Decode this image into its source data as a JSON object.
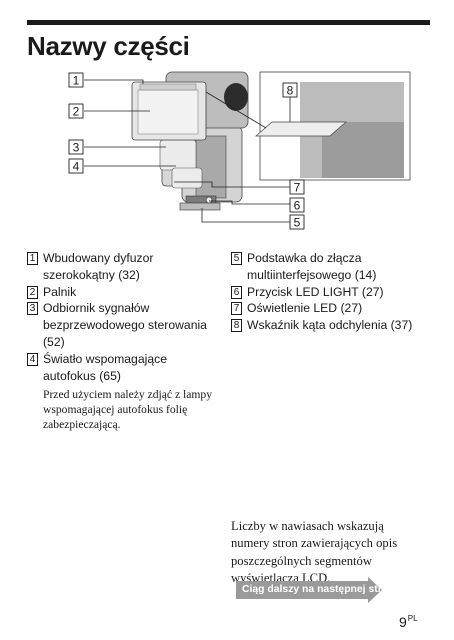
{
  "page": {
    "title": "Nazwy części",
    "number": "9",
    "lang": "PL"
  },
  "diagram": {
    "callouts": [
      "1",
      "2",
      "3",
      "4",
      "7",
      "6",
      "5",
      "8"
    ]
  },
  "parts_left": [
    {
      "num": "1",
      "text": "Wbudowany dyfuzor szerokokątny (32)"
    },
    {
      "num": "2",
      "text": "Palnik"
    },
    {
      "num": "3",
      "text": "Odbiornik sygnałów bezprzewodowego sterowania (52)"
    },
    {
      "num": "4",
      "text": "Światło wspomagające autofokus (65)"
    }
  ],
  "note": "Przed użyciem należy zdjąć z lampy wspomagającej autofokus folię zabezpieczającą.",
  "parts_right": [
    {
      "num": "5",
      "text": "Podstawka do złącza multiinterfejsowego (14)"
    },
    {
      "num": "6",
      "text": "Przycisk LED LIGHT (27)"
    },
    {
      "num": "7",
      "text": "Oświetlenie LED (27)"
    },
    {
      "num": "8",
      "text": "Wskaźnik kąta odchylenia (37)"
    }
  ],
  "bottom_note": "Liczby w nawiasach wskazują numery stron zawierających opis poszczególnych segmentów wyświetlacza LCD.",
  "continue_label": "Ciąg dalszy na następnej stronie"
}
